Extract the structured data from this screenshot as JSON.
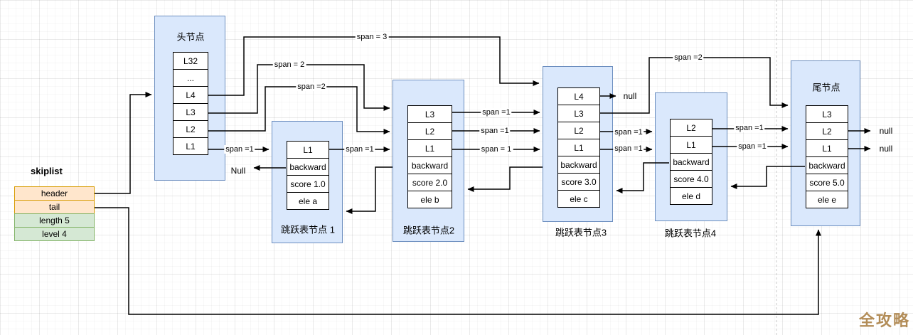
{
  "struct": {
    "title": "skiplist",
    "fields": [
      "header",
      "tail",
      "length 5",
      "level 4"
    ]
  },
  "nodes": {
    "head": {
      "title": "头节点",
      "cells": [
        "L32",
        "...",
        "L4",
        "L3",
        "L2",
        "L1"
      ]
    },
    "node1": {
      "title": "跳跃表节点 1",
      "cells": [
        "L1",
        "backward",
        "score 1.0",
        "ele a"
      ]
    },
    "node2": {
      "title": "跳跃表节点2",
      "cells": [
        "L3",
        "L2",
        "L1",
        "backward",
        "score 2.0",
        "ele b"
      ]
    },
    "node3": {
      "title": "跳跃表节点3",
      "cells": [
        "L4",
        "L3",
        "L2",
        "L1",
        "backward",
        "score 3.0",
        "ele c"
      ]
    },
    "node4": {
      "title": "跳跃表节点4",
      "cells": [
        "L2",
        "L1",
        "backward",
        "score 4.0",
        "ele d"
      ]
    },
    "tail": {
      "title": "尾节点",
      "cells": [
        "L3",
        "L2",
        "L1",
        "backward",
        "score 5.0",
        "ele e"
      ]
    }
  },
  "edge_labels": {
    "span3": "span = 3",
    "span2_head_l3": "span = 2",
    "span2_head_l2": "span =2",
    "span2_n3_tail": "span =2",
    "span1_head_n1": "span =1",
    "span1_n1_n2": "span =1",
    "span1_n2_n3_l3": "span =1",
    "span1_n2_n3_l2": "span =1",
    "span1_n2_n3_l1": "span = 1",
    "span1_n3_n4_l2": "span =1",
    "span1_n3_n4_l1": "span =1",
    "span1_n4_tail_l2": "span =1",
    "span1_n4_tail_l1": "span =1",
    "null_n1_backward": "Null",
    "null_n3_l4": "null",
    "null_tail_l2": "null",
    "null_tail_l1": "null"
  },
  "watermark": "全攻略",
  "colors": {
    "node_fill": "#dae8fc",
    "node_border": "#6c8ebf",
    "orange_fill": "#ffe6cc",
    "orange_border": "#d79b00",
    "green_fill": "#d5e8d4",
    "green_border": "#82b366",
    "line": "#000000",
    "watermark": "#b28c57"
  }
}
